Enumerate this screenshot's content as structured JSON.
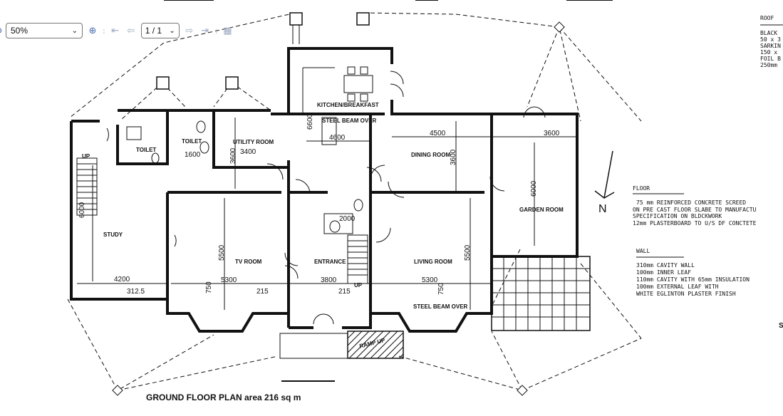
{
  "toolbar": {
    "zoom_value": "50%",
    "page_value": "1 / 1",
    "separator": ":",
    "icons": [
      "zoom-out-icon",
      "zoom-in-icon",
      "first-page-icon",
      "prev-page-icon",
      "next-page-icon",
      "last-page-icon",
      "thumbnails-icon"
    ]
  },
  "drawing": {
    "title": "GROUND  FLOOR PLAN  area 216 sq m",
    "north": "N",
    "rooms": {
      "kitchen": "KITCHEN/BREAKFAST",
      "steel_beam_top": "STEEL BEAM OVER",
      "toilet1": "TOILET",
      "toilet2": "TOILET",
      "utility": "UTILITY ROOM",
      "dining": "DINING ROOM",
      "garden": "GARDEN ROOM",
      "study": "STUDY",
      "tv": "TV ROOM",
      "entrance": "ENTRANCE",
      "living": "LIVING ROOM",
      "steel_beam_bottom": "STEEL BEAM OVER",
      "ramp": "RAMP UP",
      "up1": "UP",
      "up2": "UP"
    },
    "dimensions": {
      "d_6600": "6600",
      "d_4600": "4600",
      "d_4500": "4500",
      "d_3600_dining": "3600",
      "d_3600_garden": "3600",
      "d_6000_garden": "6000",
      "d_3600_utility": "3600",
      "d_3400": "3400",
      "d_1600": "1600",
      "d_6000_study": "6000",
      "d_2000": "2000",
      "d_5500_tv": "5500",
      "d_5500_living": "5500",
      "d_4200": "4200",
      "d_312": "312.5",
      "d_5300_tv": "5300",
      "d_5300_living": "5300",
      "d_215a": "215",
      "d_215b": "215",
      "d_3800": "3800",
      "d_750a": "750",
      "d_750b": "750"
    },
    "roof": {
      "heading": "ROOF",
      "lines": [
        "BLACK",
        "50 x 3",
        "SARKIN",
        "150 x",
        "FOIL B",
        "250mm"
      ]
    },
    "floor": {
      "heading": "FLOOR",
      "lines": [
        "75 mm REINFORCED CONCRETE SCREED",
        "ON PRE CAST FLOOR SLABE TO MANUFACTU",
        " SPECIFICATION ON BLDCKWORK",
        "12mm PLASTERBOARD TO U/S DF CONCTETE"
      ]
    },
    "wall": {
      "heading": "WALL",
      "lines": [
        "310mm CAVITY WALL",
        "100mm INNER LEAF",
        "110mm CAVITY WITH 65mm INSULATION",
        "100mm EXTERNAL LEAF WITH",
        "WHITE EGLINTON PLASTER FINISH"
      ]
    },
    "edge_letter": "S"
  }
}
